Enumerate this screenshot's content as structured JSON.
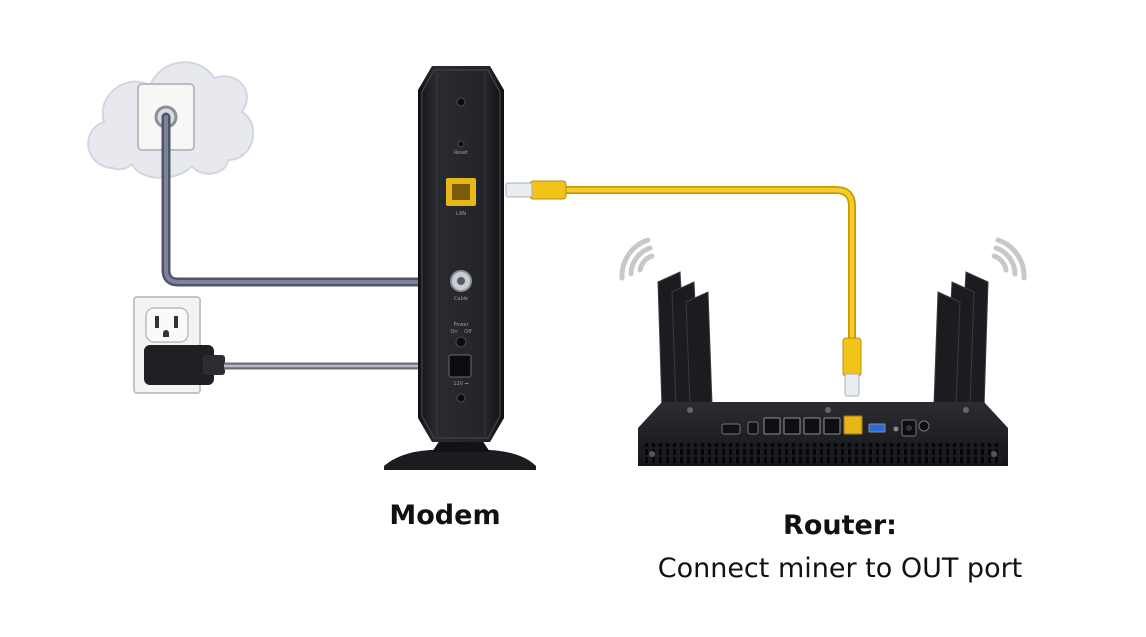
{
  "labels": {
    "modem": "Modem",
    "router_title": "Router:",
    "router_desc": "Connect miner to OUT port"
  },
  "port_labels": {
    "reset": "Reset",
    "lan": "LAN",
    "cable": "Cable",
    "power": "Power",
    "power_on": "On",
    "power_off": "Off",
    "dc_in": "12V ⎓"
  },
  "colors": {
    "ethernet_cable": "#f0c419",
    "coax_cable": "#6b7387",
    "device_body": "#1d1e22",
    "cloud": "#e6e8ec",
    "wifi_waves": "#c8c8c8"
  },
  "icons": {
    "cloud": "cloud-icon",
    "wall_outlet": "power-outlet-icon",
    "wifi": "wifi-icon"
  }
}
